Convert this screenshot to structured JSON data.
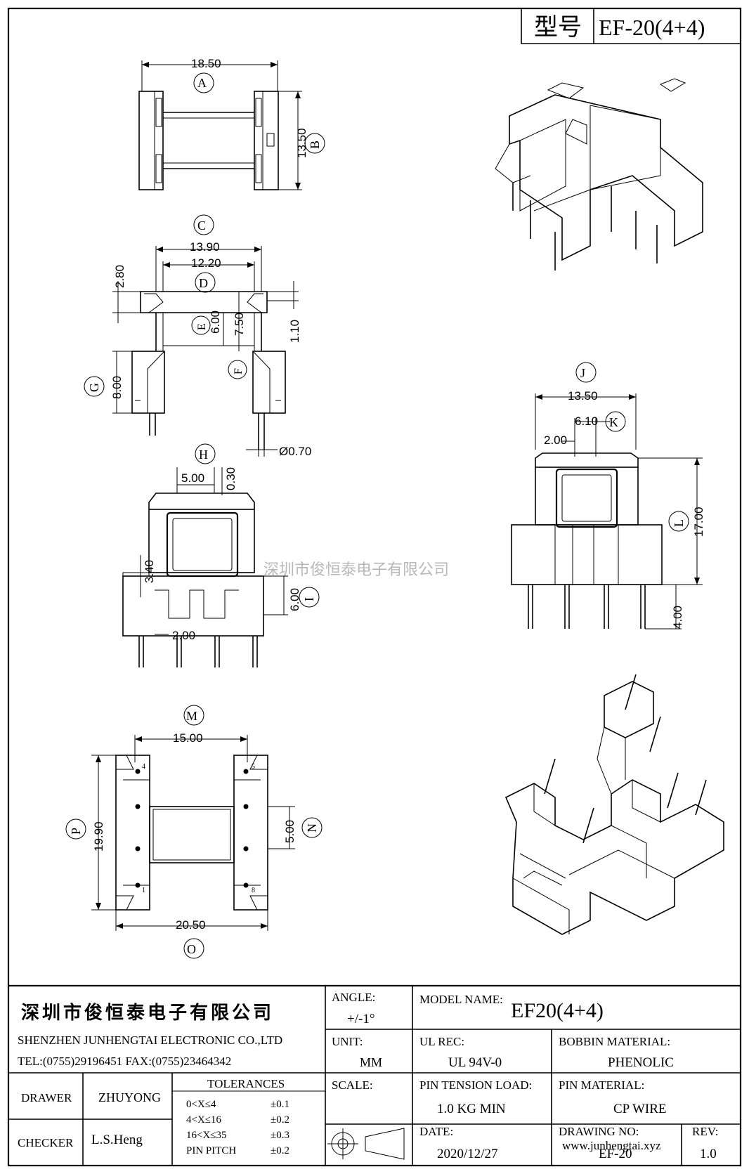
{
  "header": {
    "label_model": "型号",
    "model": "EF-20(4+4)"
  },
  "watermark": "深圳市俊恒泰电子有限公司",
  "watermark_url": "www.junhengtai.xyz",
  "views": {
    "top": {
      "dim_a": "18.50",
      "tag_a": "A",
      "dim_b": "13.50",
      "tag_b": "B"
    },
    "front": {
      "tag_c": "C",
      "dim_c": "13.90",
      "dim_d": "12.20",
      "tag_d": "D",
      "dim_h1": "2.80",
      "dim_e": "6.00",
      "tag_e": "E",
      "dim_f": "7.50",
      "tag_f": "F",
      "dim_11": "1.10",
      "tag_g": "G",
      "dim_g": "8.00",
      "dim_pin": "Ø0.70"
    },
    "side": {
      "tag_h": "H",
      "dim_h": "5.00",
      "dim_030": "0.30",
      "dim_340": "3.40",
      "dim_i": "6.00",
      "tag_i": "I",
      "dim_200": "2.00"
    },
    "right": {
      "tag_j": "J",
      "dim_j": "13.50",
      "dim_k": "6.10",
      "tag_k": "K",
      "dim_200": "2.00",
      "dim_l": "17.00",
      "tag_l": "L",
      "dim_400": "4.00"
    },
    "bottom": {
      "tag_m": "M",
      "dim_m": "15.00",
      "dim_p": "19.90",
      "tag_p": "P",
      "dim_n": "5.00",
      "tag_n": "N",
      "dim_o": "20.50",
      "tag_o": "O",
      "pin_4": "4",
      "pin_5": "5",
      "pin_1": "1",
      "pin_8": "8"
    }
  },
  "title_block": {
    "company_cn": "深圳市俊恒泰电子有限公司",
    "company_en": "SHENZHEN JUNHENGTAI ELECTRONIC CO.,LTD",
    "contact": "TEL:(0755)29196451 FAX:(0755)23464342",
    "angle_label": "ANGLE:",
    "angle_value": "+/-1°",
    "model_label": "MODEL NAME:",
    "model_value": "EF20(4+4)",
    "unit_label": "UNIT:",
    "unit_value": "MM",
    "ul_label": "UL REC:",
    "ul_value": "UL 94V-0",
    "bobbin_label": "BOBBIN MATERIAL:",
    "bobbin_value": "PHENOLIC",
    "drawer_label": "DRAWER",
    "drawer_value": "ZHUYONG",
    "tolerances_label": "TOLERANCES",
    "tolerances": [
      {
        "range": "0<X≤4",
        "value": "±0.1"
      },
      {
        "range": "4<X≤16",
        "value": "±0.2"
      },
      {
        "range": "16<X≤35",
        "value": "±0.3"
      },
      {
        "range": "PIN PITCH",
        "value": "±0.2"
      }
    ],
    "scale_label": "SCALE:",
    "pin_tension_label": "PIN TENSION LOAD:",
    "pin_tension_value": "1.0 KG MIN",
    "pin_material_label": "PIN MATERIAL:",
    "pin_material_value": "CP WIRE",
    "checker_label": "CHECKER",
    "checker_value": "L.S.Heng",
    "date_label": "DATE:",
    "date_value": "2020/12/27",
    "drawing_no_label": "DRAWING NO:",
    "drawing_no_value": "EF-20",
    "rev_label": "REV:",
    "rev_value": "1.0"
  }
}
